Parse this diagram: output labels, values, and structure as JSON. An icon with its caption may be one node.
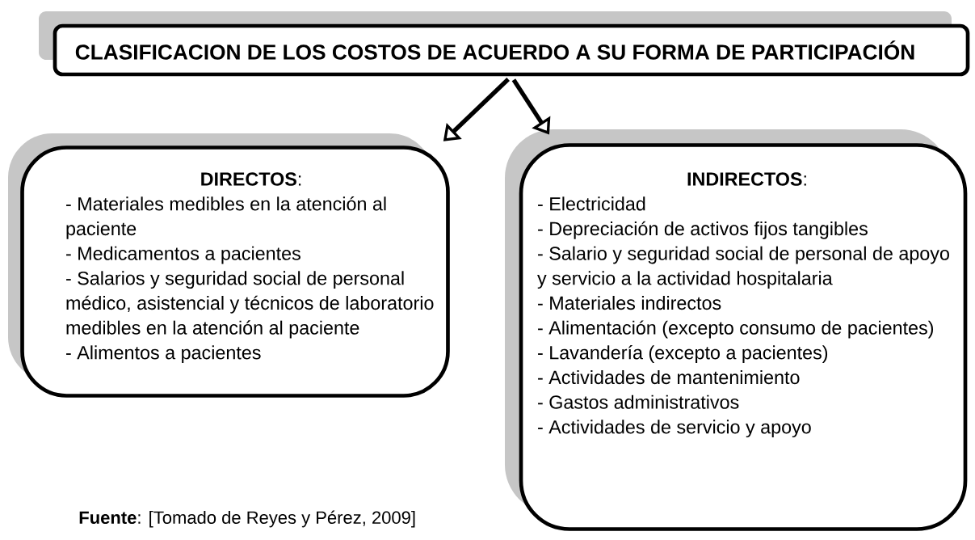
{
  "diagram": {
    "nodes": [
      {
        "text": [
          "CLASIFICACION DE LOS COSTOS DE ACUERDO A SU FORMA DE PARTICIPACIÓN"
        ]
      },
      {
        "text": [
          "**DIRECTOS**:",
          "- Materiales medibles en la atención al paciente",
          "- Medicamentos a pacientes",
          "- Salarios y seguridad social de personal médico, asistencial y técnicos de laboratorio medibles en la atención al paciente",
          "- Alimentos a pacientes"
        ]
      },
      {
        "text": [
          "**INDIRECTOS**:",
          "- Electricidad",
          "- Depreciación de activos fijos tangibles",
          "- Salario y seguridad social de personal de apoyo y servicio a la actividad hospitalaria",
          "- Materiales indirectos",
          "- Alimentación (excepto consumo de pacientes)",
          "- Lavandería (excepto a pacientes)",
          "- Actividades de mantenimiento",
          "- Gastos administrativos",
          "- Actividades de servicio y apoyo"
        ]
      }
    ],
    "edges": [
      {
        "from": 0,
        "to": 1,
        "arrow": "to"
      },
      {
        "from": 0,
        "to": 2,
        "arrow": "to"
      }
    ],
    "labels": [
      "**Fuente**: [Tomado de Reyes y Pérez, 2009]"
    ]
  }
}
